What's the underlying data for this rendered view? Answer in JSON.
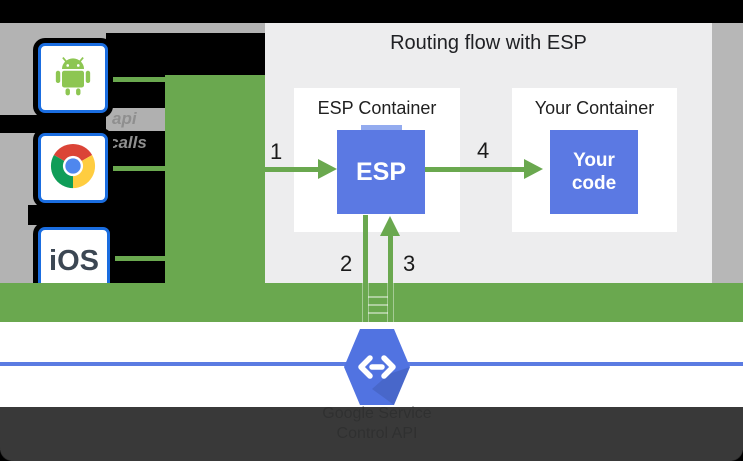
{
  "title": "Routing flow with ESP",
  "clients": {
    "ios_label": "iOS",
    "android_icon": "android-icon",
    "chrome_icon": "chrome-icon"
  },
  "annotation": {
    "line1": "api",
    "line2": "calls"
  },
  "esp_container": {
    "label": "ESP Container",
    "box_label": "ESP"
  },
  "your_container": {
    "label": "Your Container",
    "box_line1": "Your",
    "box_line2": "code"
  },
  "steps": {
    "s1": "1",
    "s2": "2",
    "s3": "3",
    "s4": "4"
  },
  "service": {
    "line1": "Google Service",
    "line2": "Control API",
    "icon": "cloud-endpoints-hexagon-icon"
  },
  "colors": {
    "flow_green": "#6aa84f",
    "box_blue": "#5b79e3",
    "hexagon_blue": "#5173e1",
    "network_line_blue": "#5b7be2",
    "client_border_blue": "#1a6de0",
    "panel_gray": "#ededee",
    "backdrop_gray": "#b3b3b3",
    "dark_bar": "#2d2d2d"
  }
}
